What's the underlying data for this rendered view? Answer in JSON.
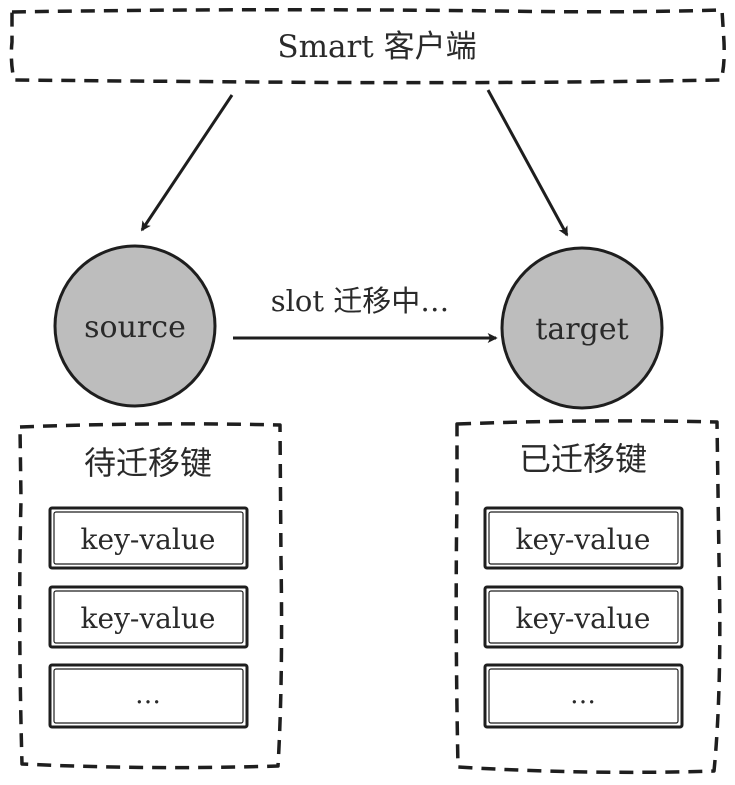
{
  "client": {
    "label": "Smart 客户端"
  },
  "nodes": {
    "source": {
      "label": "source"
    },
    "target": {
      "label": "target"
    }
  },
  "migration": {
    "label": "slot 迁移中…"
  },
  "left_group": {
    "title": "待迁移键",
    "items": [
      "key-value",
      "key-value",
      "…"
    ]
  },
  "right_group": {
    "title": "已迁移键",
    "items": [
      "key-value",
      "key-value",
      "…"
    ]
  },
  "colors": {
    "node_fill": "#bdbdbd",
    "stroke": "#1e1e1e",
    "text": "#2a2a2a",
    "background": "#ffffff"
  }
}
